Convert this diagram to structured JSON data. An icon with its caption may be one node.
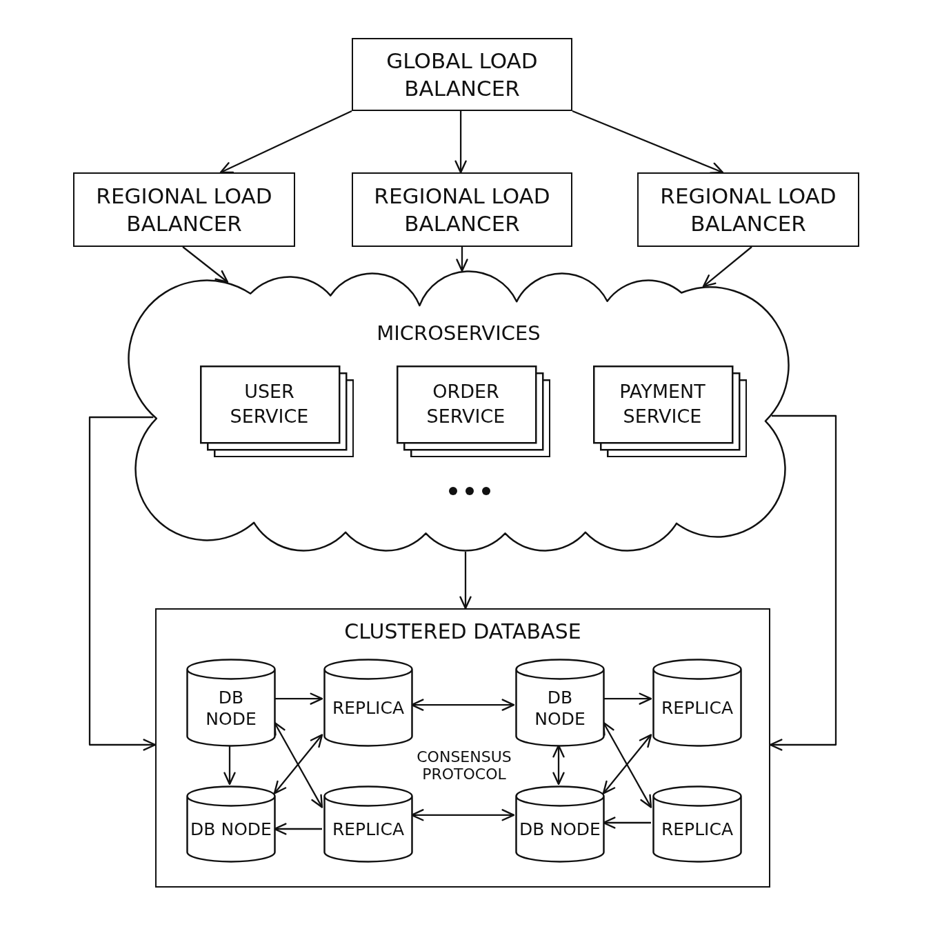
{
  "diagram": {
    "nodes": [
      {
        "text": [
          "GLOBAL LOAD BALANCER"
        ]
      },
      {
        "text": [
          "REGIONAL LOAD BALANCER"
        ]
      },
      {
        "text": [
          "REGIONAL LOAD BALANCER"
        ]
      },
      {
        "text": [
          "REGIONAL LOAD BALANCER"
        ]
      },
      {
        "text": [
          "MICROSERVICES"
        ]
      },
      {
        "text": [
          "USER SERVICE"
        ],
        "in": 4
      },
      {
        "text": [
          "ORDER SERVICE"
        ],
        "in": 4
      },
      {
        "text": [
          "PAYMENT SERVICE"
        ],
        "in": 4
      },
      {
        "text": [
          "CLUSTERED DATABASE"
        ]
      },
      {
        "text": [
          "DB NODE"
        ],
        "in": 8
      },
      {
        "text": [
          "REPLICA"
        ],
        "in": 8
      },
      {
        "text": [
          "DB NODE"
        ],
        "in": 8
      },
      {
        "text": [
          "REPLICA"
        ],
        "in": 8
      },
      {
        "text": [
          "DB NODE"
        ],
        "in": 8
      },
      {
        "text": [
          "REPLICA"
        ],
        "in": 8
      },
      {
        "text": [
          "DB NODE"
        ],
        "in": 8
      },
      {
        "text": [
          "REPLICA"
        ],
        "in": 8
      }
    ],
    "edges": [
      {
        "from": 0,
        "to": 1,
        "arrow": "to"
      },
      {
        "from": 0,
        "to": 2,
        "arrow": "to"
      },
      {
        "from": 0,
        "to": 3,
        "arrow": "to"
      },
      {
        "from": 1,
        "to": 4,
        "arrow": "to"
      },
      {
        "from": 2,
        "to": 4,
        "arrow": "to"
      },
      {
        "from": 3,
        "to": 4,
        "arrow": "to"
      },
      {
        "from": 4,
        "to": 8,
        "arrow": "to"
      },
      {
        "from": 4,
        "to": 8,
        "arrow": "to"
      },
      {
        "from": 4,
        "to": 8,
        "arrow": "to"
      },
      {
        "from": 9,
        "to": 10,
        "arrow": "to"
      },
      {
        "from": 9,
        "to": 13,
        "arrow": "to"
      },
      {
        "from": 9,
        "to": 14,
        "arrow": "both"
      },
      {
        "from": 10,
        "to": 13,
        "arrow": "both"
      },
      {
        "from": 14,
        "to": 13,
        "arrow": "to"
      },
      {
        "from": 10,
        "to": 11,
        "arrow": "both"
      },
      {
        "from": 14,
        "to": 15,
        "arrow": "both"
      },
      {
        "from": 11,
        "to": 12,
        "arrow": "to"
      },
      {
        "from": 11,
        "to": 15,
        "arrow": "both"
      },
      {
        "from": 11,
        "to": 16,
        "arrow": "both"
      },
      {
        "from": 12,
        "to": 15,
        "arrow": "both"
      },
      {
        "from": 16,
        "to": 15,
        "arrow": "to"
      }
    ],
    "labels": [
      "CONSENSUS PROTOCOL"
    ]
  }
}
